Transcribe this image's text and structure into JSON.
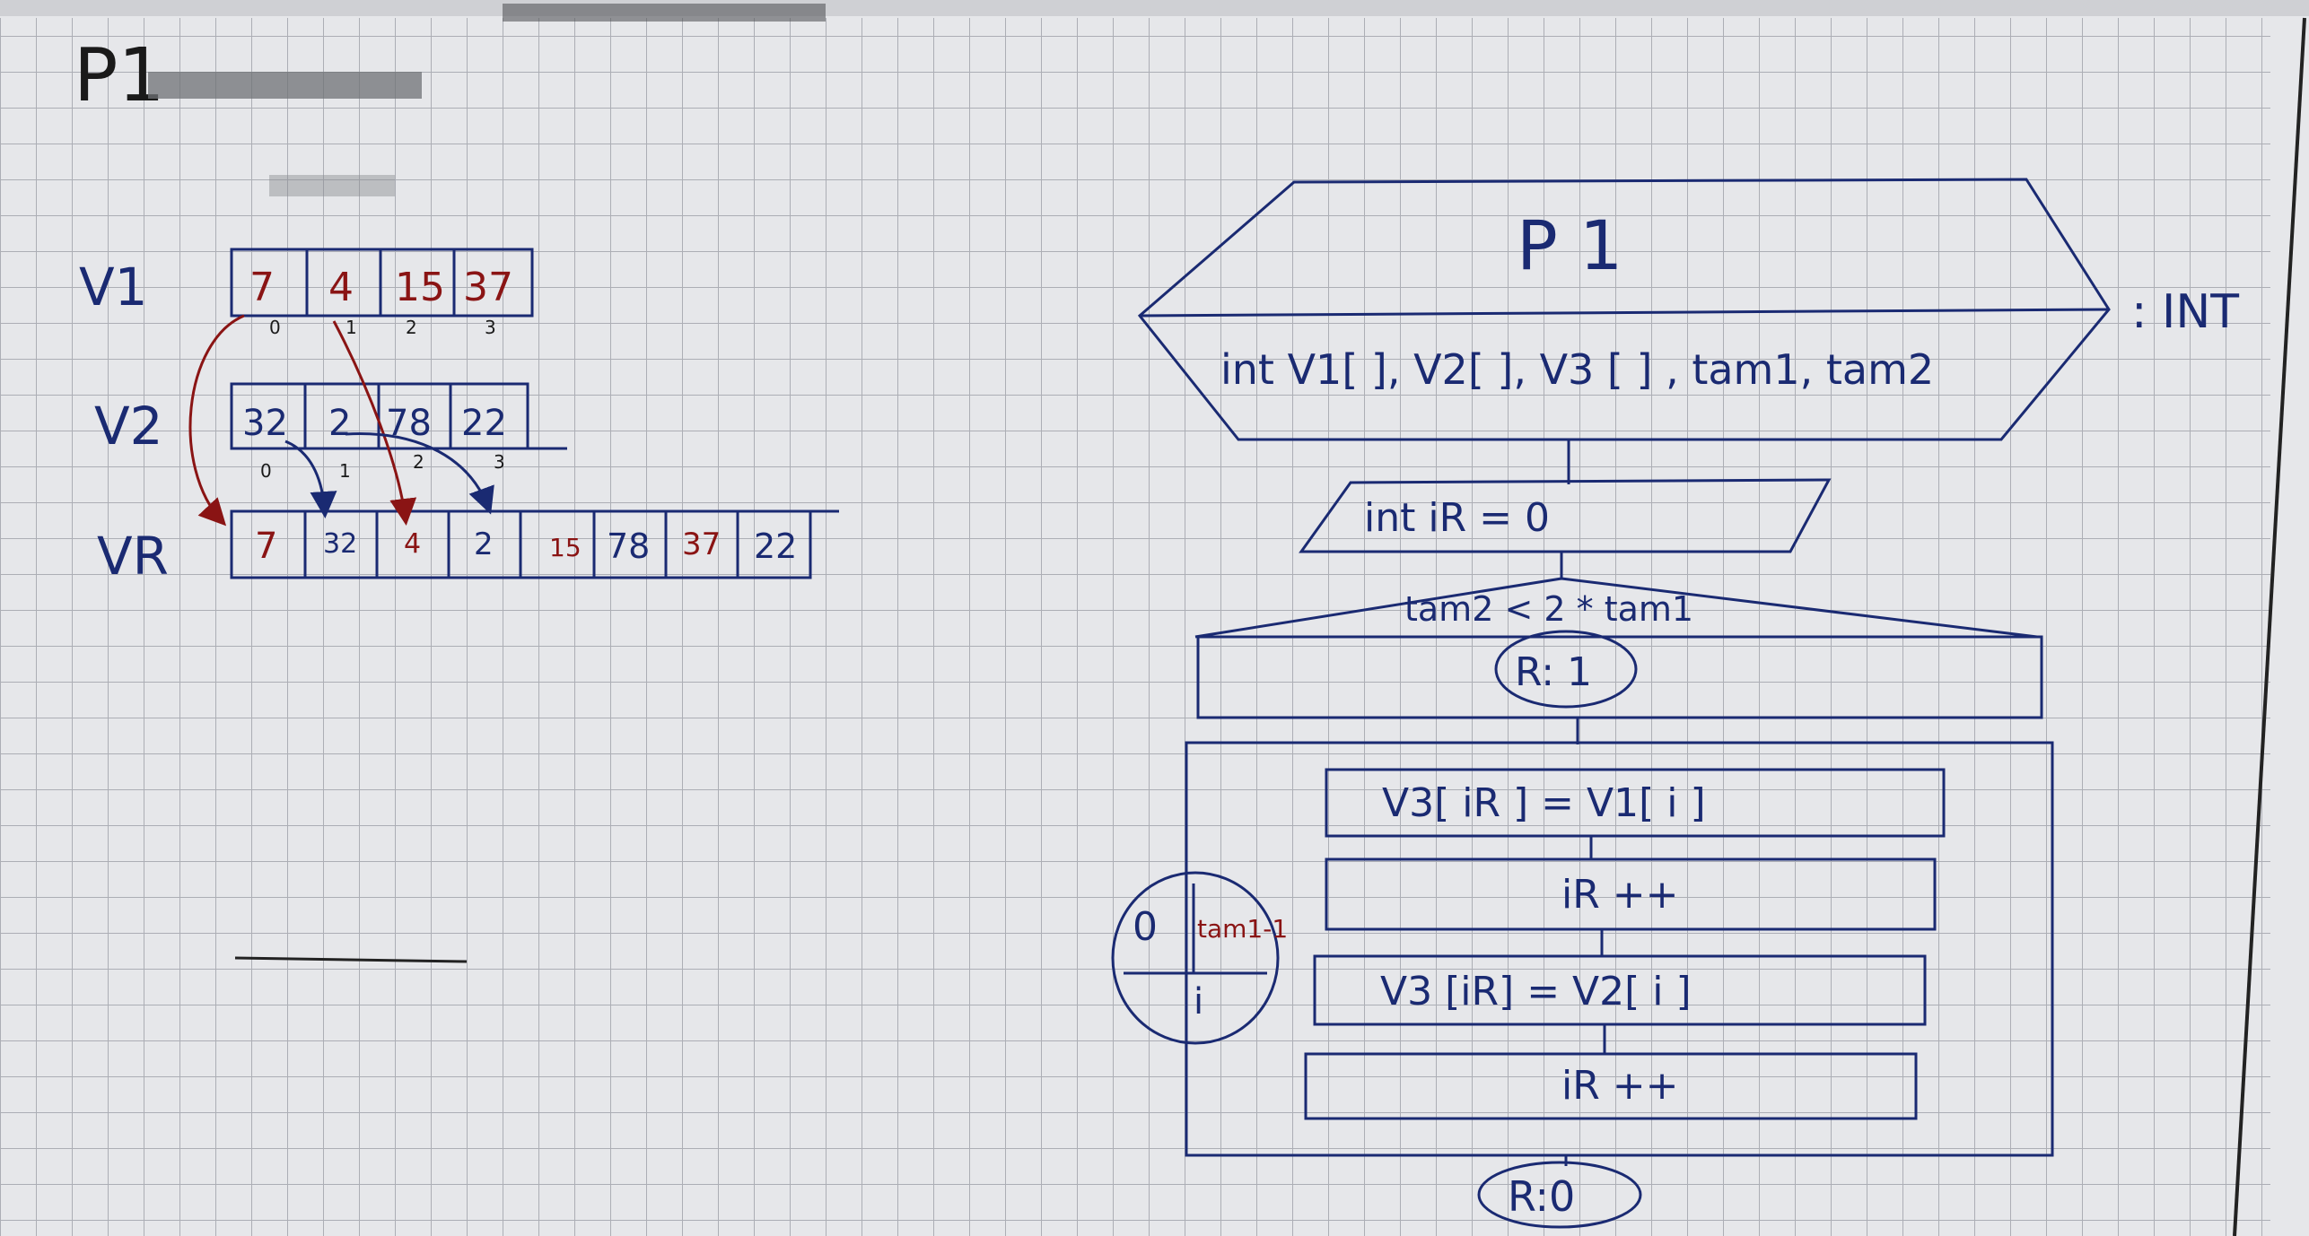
{
  "page": {
    "title": "P1"
  },
  "arrays": {
    "v1": {
      "label": "V1",
      "cells": [
        "7",
        "4",
        "15",
        "37"
      ],
      "cell_colors": [
        "red",
        "red",
        "red",
        "red"
      ],
      "indices": [
        "0",
        "1",
        "2",
        "3"
      ]
    },
    "v2": {
      "label": "V2",
      "cells": [
        "32",
        "2",
        "78",
        "22"
      ],
      "cell_colors": [
        "ink",
        "ink",
        "ink",
        "ink"
      ],
      "indices": [
        "0",
        "1",
        "2",
        "3"
      ]
    },
    "vr": {
      "label": "VR",
      "cells": [
        "7",
        "32",
        "4",
        "2",
        "15",
        "78",
        "37",
        "22"
      ],
      "cell_colors": [
        "red",
        "ink",
        "red",
        "ink",
        "red",
        "ink",
        "red",
        "ink"
      ]
    }
  },
  "flowchart": {
    "header": {
      "title": "P 1",
      "params": "int   V1[ ], V2[ ], V3 [ ] , tam1, tam2",
      "return_type": ": INT"
    },
    "declaration": "int   iR = 0",
    "condition": "tam2 < 2 * tam1",
    "badge_top": "R: 1",
    "loop": {
      "from": "0",
      "to": "tam1-1",
      "var": "i"
    },
    "steps": [
      "V3[ iR ] = V1[ i ]",
      "iR ++",
      "V3 [iR] = V2[ i ]",
      "iR ++"
    ],
    "badge_bottom": "R:0"
  },
  "colors": {
    "board": "#e6e7ea",
    "grid": "#7c8088",
    "ink": "#1a2a72",
    "red_ink": "#8a1414"
  }
}
